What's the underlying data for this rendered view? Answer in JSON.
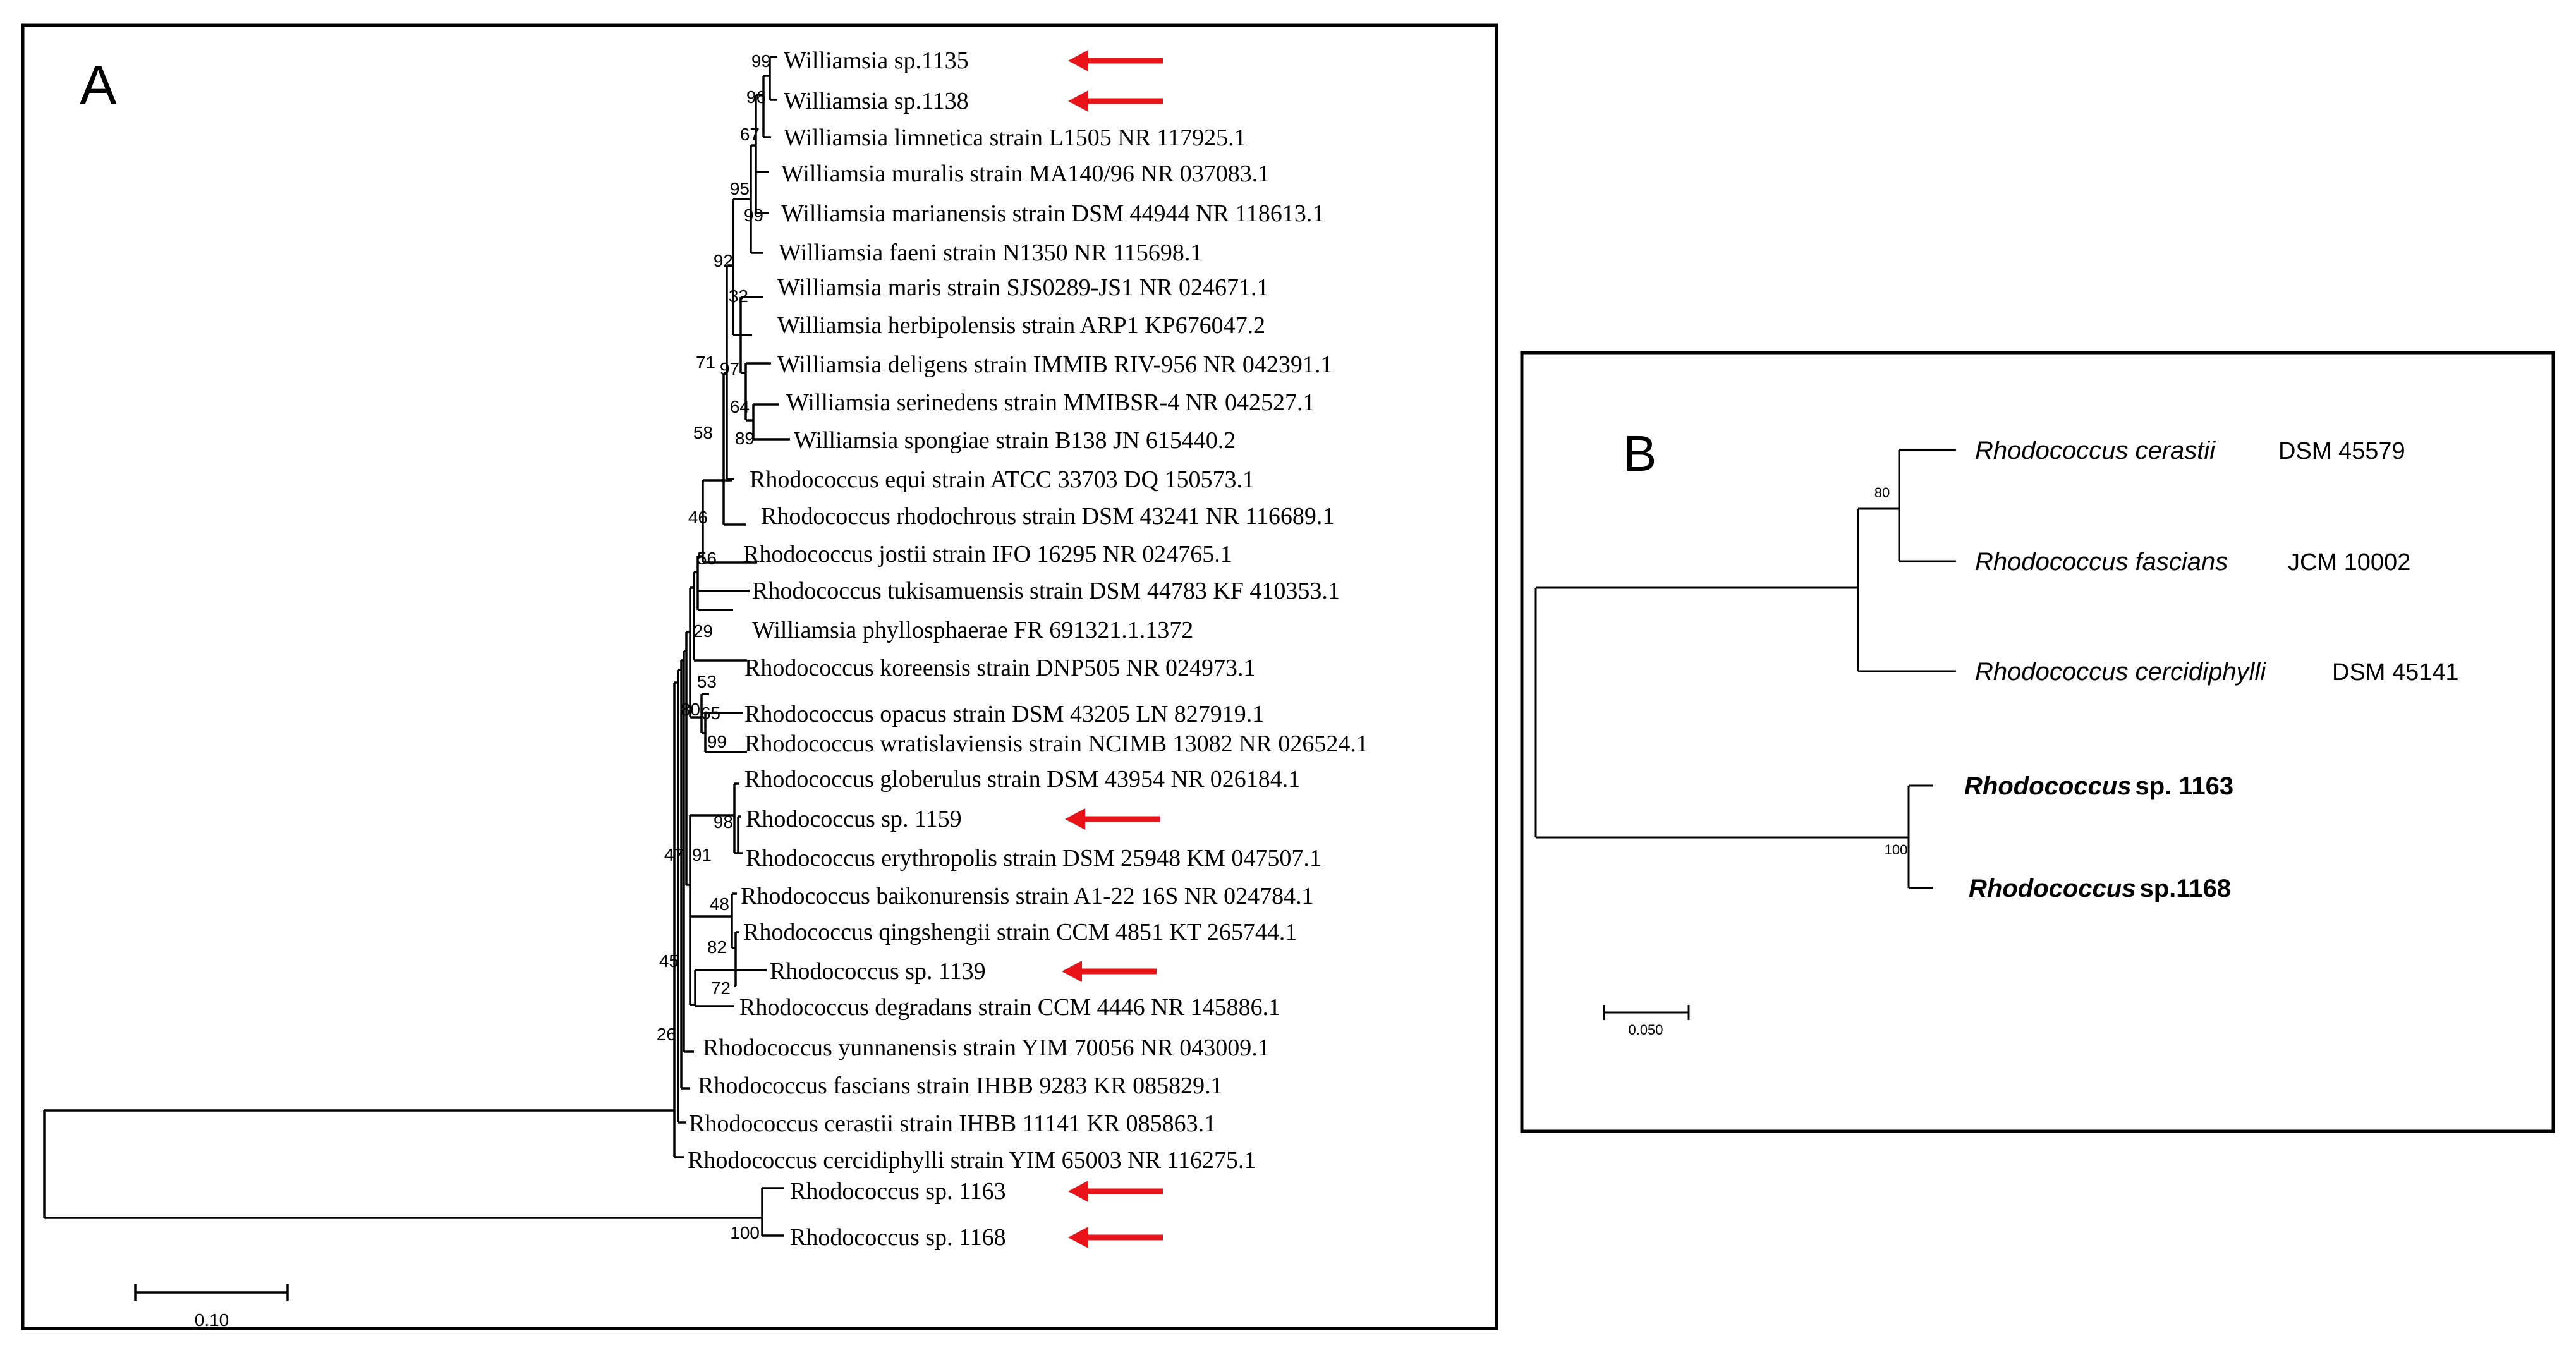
{
  "panel_a": {
    "label": "A",
    "scale_label": "0.10",
    "taxa": [
      {
        "id": "t1135",
        "label": "Williamsia sp.1135",
        "arrow": true
      },
      {
        "id": "t1138",
        "label": "Williamsia sp.1138",
        "arrow": true
      },
      {
        "id": "tlim",
        "label": "Williamsia limnetica strain L1505 NR 117925.1",
        "arrow": false
      },
      {
        "id": "tmur",
        "label": "Williamsia muralis strain MA140/96 NR 037083.1",
        "arrow": false
      },
      {
        "id": "tmar",
        "label": "Williamsia marianensis strain DSM 44944 NR 118613.1",
        "arrow": false
      },
      {
        "id": "tfae",
        "label": "Williamsia faeni strain N1350 NR 115698.1",
        "arrow": false
      },
      {
        "id": "tmaris",
        "label": "Williamsia maris strain SJS0289-JS1 NR 024671.1",
        "arrow": false
      },
      {
        "id": "therb",
        "label": "Williamsia herbipolensis strain ARP1 KP676047.2",
        "arrow": false
      },
      {
        "id": "tdel",
        "label": "Williamsia deligens strain IMMIB RIV-956 NR 042391.1",
        "arrow": false
      },
      {
        "id": "tser",
        "label": "Williamsia serinedens strain MMIBSR-4 NR 042527.1",
        "arrow": false
      },
      {
        "id": "tspo",
        "label": "Williamsia spongiae strain B138 JN 615440.2",
        "arrow": false
      },
      {
        "id": "tequi",
        "label": "Rhodococcus equi strain ATCC 33703 DQ 150573.1",
        "arrow": false
      },
      {
        "id": "trhodo",
        "label": "Rhodococcus rhodochrous strain DSM 43241 NR 116689.1",
        "arrow": false
      },
      {
        "id": "tjos",
        "label": "Rhodococcus jostii strain IFO 16295 NR 024765.1",
        "arrow": false
      },
      {
        "id": "ttuk",
        "label": "Rhodococcus tukisamuensis strain DSM 44783 KF 410353.1",
        "arrow": false
      },
      {
        "id": "tphy",
        "label": "Williamsia phyllosphaerae FR 691321.1.1372",
        "arrow": false
      },
      {
        "id": "tkor",
        "label": "Rhodococcus koreensis strain DNP505 NR 024973.1",
        "arrow": false
      },
      {
        "id": "topa",
        "label": "Rhodococcus opacus strain DSM 43205 LN 827919.1",
        "arrow": false
      },
      {
        "id": "twra",
        "label": "Rhodococcus wratislaviensis strain NCIMB 13082 NR 026524.1",
        "arrow": false
      },
      {
        "id": "tglo",
        "label": "Rhodococcus globerulus strain DSM 43954 NR 026184.1",
        "arrow": false
      },
      {
        "id": "t1159",
        "label": "Rhodococcus sp. 1159",
        "arrow": true
      },
      {
        "id": "tery",
        "label": "Rhodococcus erythropolis strain DSM 25948 KM 047507.1",
        "arrow": false
      },
      {
        "id": "tbai",
        "label": "Rhodococcus baikonurensis strain A1-22 16S NR 024784.1",
        "arrow": false
      },
      {
        "id": "tqin",
        "label": "Rhodococcus qingshengii strain CCM 4851 KT 265744.1",
        "arrow": false
      },
      {
        "id": "t1139",
        "label": "Rhodococcus sp. 1139",
        "arrow": true
      },
      {
        "id": "tdeg",
        "label": "Rhodococcus degradans strain CCM 4446 NR 145886.1",
        "arrow": false
      },
      {
        "id": "tyun",
        "label": "Rhodococcus yunnanensis strain YIM 70056 NR 043009.1",
        "arrow": false
      },
      {
        "id": "tfas",
        "label": "Rhodococcus fascians strain IHBB 9283 KR 085829.1",
        "arrow": false
      },
      {
        "id": "tcer",
        "label": "Rhodococcus cerastii strain IHBB 11141 KR 085863.1",
        "arrow": false
      },
      {
        "id": "tcerc",
        "label": "Rhodococcus cercidiphylli strain YIM 65003 NR 116275.1",
        "arrow": false
      },
      {
        "id": "t1163",
        "label": "Rhodococcus sp. 1163",
        "arrow": true
      },
      {
        "id": "t1168",
        "label": "Rhodococcus sp. 1168",
        "arrow": true
      }
    ],
    "bootstrap": [
      {
        "node": "n99",
        "value": "99"
      },
      {
        "node": "n96",
        "value": "96"
      },
      {
        "node": "n67",
        "value": "67"
      },
      {
        "node": "n95",
        "value": "95"
      },
      {
        "node": "n99b",
        "value": "99"
      },
      {
        "node": "n92",
        "value": "92"
      },
      {
        "node": "n32",
        "value": "32"
      },
      {
        "node": "n97",
        "value": "97"
      },
      {
        "node": "n71",
        "value": "71"
      },
      {
        "node": "n64",
        "value": "64"
      },
      {
        "node": "n89",
        "value": "89"
      },
      {
        "node": "n58",
        "value": "58"
      },
      {
        "node": "n46",
        "value": "46"
      },
      {
        "node": "n56",
        "value": "56"
      },
      {
        "node": "n29",
        "value": "29"
      },
      {
        "node": "n80",
        "value": "80"
      },
      {
        "node": "n53",
        "value": "53"
      },
      {
        "node": "n65",
        "value": "65"
      },
      {
        "node": "n99c",
        "value": "99"
      },
      {
        "node": "n98",
        "value": "98"
      },
      {
        "node": "n47",
        "value": "47"
      },
      {
        "node": "n91",
        "value": "91"
      },
      {
        "node": "n48",
        "value": "48"
      },
      {
        "node": "n82",
        "value": "82"
      },
      {
        "node": "n72",
        "value": "72"
      },
      {
        "node": "n45",
        "value": "45"
      },
      {
        "node": "n26",
        "value": "26"
      },
      {
        "node": "n100",
        "value": "100"
      }
    ]
  },
  "panel_b": {
    "label": "B",
    "scale_label": "0.050",
    "taxa": [
      {
        "id": "b_cer",
        "genus": "Rhodococcus cerastii",
        "strain": "DSM 45579",
        "bold": false
      },
      {
        "id": "b_fas",
        "genus": "Rhodococcus fascians",
        "strain": "JCM 10002",
        "bold": false
      },
      {
        "id": "b_cerc",
        "genus": "Rhodococcus cercidiphylli",
        "strain": "DSM 45141",
        "bold": false
      },
      {
        "id": "b_1163",
        "genus": "Rhodococcus",
        "strain": "sp. 1163",
        "bold": true
      },
      {
        "id": "b_1168",
        "genus": "Rhodococcus",
        "strain": "sp.1168",
        "bold": true
      }
    ],
    "bootstrap": [
      {
        "node": "b80",
        "value": "80"
      },
      {
        "node": "b100",
        "value": "100"
      }
    ]
  },
  "colors": {
    "arrow": "#e8141a",
    "line": "#000000",
    "frame": "#000000"
  }
}
